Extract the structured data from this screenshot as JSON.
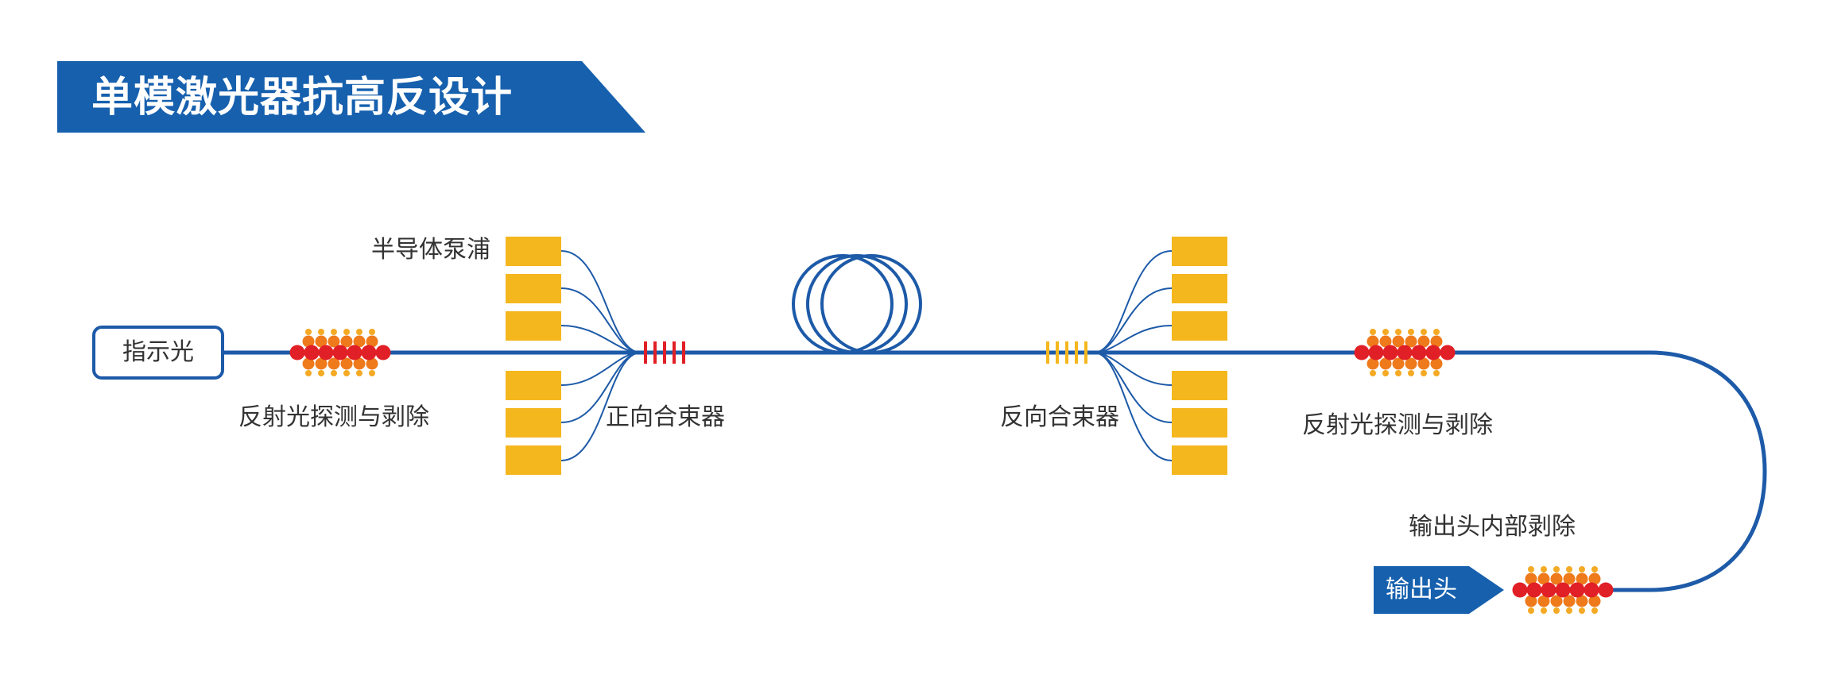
{
  "title": "单模激光器抗高反设计",
  "labels": {
    "indicator_light": "指示光",
    "reflection_left": "反射光探测与剥除",
    "semiconductor_pump": "半导体泵浦",
    "forward_combiner": "正向合束器",
    "reverse_combiner": "反向合束器",
    "reflection_right": "反射光探测与剥除",
    "output_internal": "输出头内部剥除",
    "output_head": "输出头"
  },
  "colors": {
    "brand_blue": "#1660AE",
    "fiber_blue": "#1D5AA8",
    "pump_yellow": "#F4B71E",
    "bead_red": "#E11F26",
    "bead_orange": "#EE7A1C",
    "bead_amber": "#F4AA24",
    "forward_grating": "#E11F26",
    "reverse_grating": "#F4B71E"
  },
  "counts": {
    "pumps_per_side": 6,
    "forward_grating_lines": 5,
    "reverse_grating_lines": 5,
    "coil_loops": 3
  }
}
